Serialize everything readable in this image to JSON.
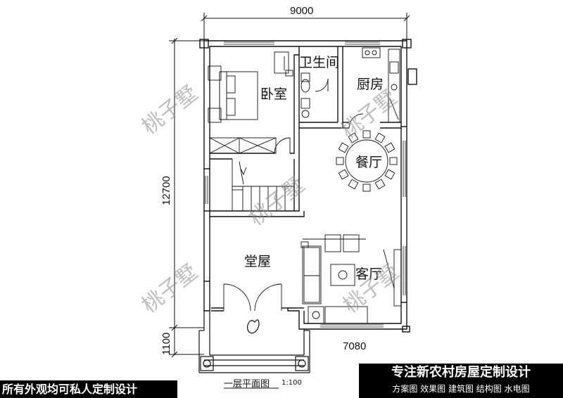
{
  "dimensions": {
    "width_top": "9000",
    "height_left": "12700",
    "porch_left": "1100",
    "width_bottom": "7080"
  },
  "rooms": {
    "bedroom": "卧室",
    "bathroom": "卫生间",
    "kitchen": "厨房",
    "dining": "餐厅",
    "hall": "堂屋",
    "living": "客厅"
  },
  "watermark": "桃子墅",
  "caption": {
    "title": "一层平面图",
    "scale": "1:100"
  },
  "banner_left": "所有外观均可私人定制设计",
  "banner_right": {
    "title": "专注新农村房屋定制设计",
    "subtitle": "方案图 效果图 建筑图 结构图 水电图"
  }
}
